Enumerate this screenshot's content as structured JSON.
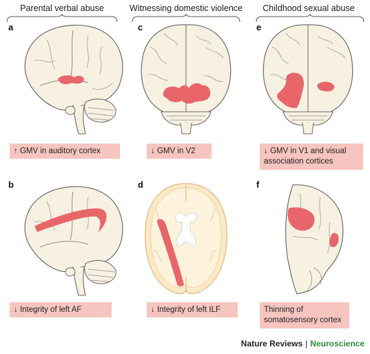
{
  "columns": [
    {
      "header": "Parental verbal abuse"
    },
    {
      "header": "Witnessing domestic violence"
    },
    {
      "header": "Childhood sexual abuse"
    }
  ],
  "panels": [
    {
      "letter": "a",
      "caption": "↑ GMV in auditory cortex"
    },
    {
      "letter": "c",
      "caption": "↓ GMV in V2"
    },
    {
      "letter": "e",
      "caption": "↓ GMV in V1 and visual association cortices"
    },
    {
      "letter": "b",
      "caption": "↓ Integrity of left AF"
    },
    {
      "letter": "d",
      "caption": "↓ Integrity of left ILF"
    },
    {
      "letter": "f",
      "caption": "Thinning of somatosensory cortex"
    }
  ],
  "footer": {
    "journal": "Nature Reviews",
    "separator": "|",
    "section": "Neuroscience"
  },
  "colors": {
    "brain_fill": "#f7f1e1",
    "brain_stroke": "#6b6b6b",
    "highlight": "#e8656a",
    "caption_bg": "#f6c5bf",
    "section_green": "#2e8b3c"
  }
}
